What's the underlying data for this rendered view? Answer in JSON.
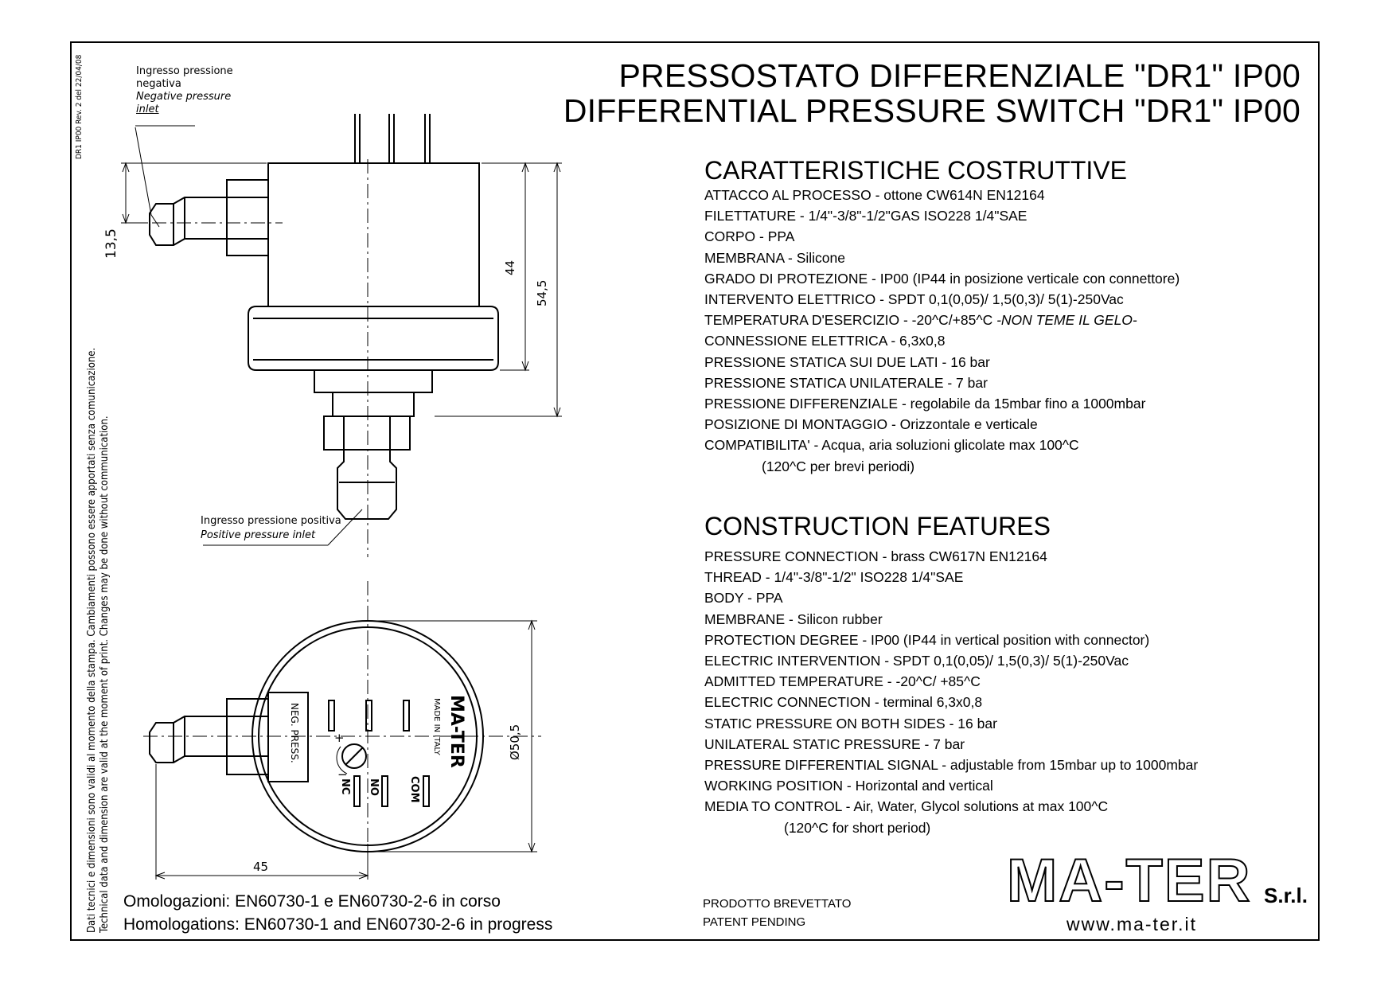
{
  "side": {
    "revision": "DR1 IP00 Rev. 2 del 22/04/08",
    "notice_it": "Dati tecnici e dimensioni sono validi al momento della stampa. Cambiamenti possono essere apportati senza comunicazione.",
    "notice_en": "Technical data and dimension are valid at the moment of print. Changes may be done without communication."
  },
  "header": {
    "title_it": "PRESSOSTATO DIFFERENZIALE \"DR1\" IP00",
    "title_en": "DIFFERENTIAL PRESSURE SWITCH \"DR1\" IP00"
  },
  "drawing": {
    "neg_inlet_it_1": "Ingresso pressione",
    "neg_inlet_it_2": "negativa",
    "neg_inlet_en_1": "Negative pressure",
    "neg_inlet_en_2": "inlet",
    "pos_inlet_it": "Ingresso pressione positiva",
    "pos_inlet_en": "Positive pressure inlet",
    "dim_13_5": "13,5",
    "dim_44": "44",
    "dim_54_5": "54,5",
    "dim_50_5": "Ø50,5",
    "dim_45": "45",
    "brand_mark": "MA-TER",
    "made_in": "MADE IN ITALY",
    "neg_press": "NEG. PRESS.",
    "term_nc": "NC",
    "term_no": "NO",
    "term_com": "COM",
    "plus": "+",
    "minus": "−"
  },
  "features_it": {
    "heading": "CARATTERISTICHE COSTRUTTIVE",
    "items": [
      "ATTACCO AL PROCESSO - ottone CW614N EN12164",
      "FILETTATURE - 1/4\"-3/8\"-1/2\"GAS ISO228  1/4\"SAE",
      "CORPO - PPA",
      "MEMBRANA - Silicone",
      "GRADO DI PROTEZIONE - IP00 (IP44 in posizione verticale con connettore)",
      "INTERVENTO ELETTRICO -  SPDT 0,1(0,05)/ 1,5(0,3)/ 5(1)-250Vac",
      "TEMPERATURA D'ESERCIZIO -  -20^C/+85^C ",
      "CONNESSIONE ELETTRICA - 6,3x0,8",
      "PRESSIONE STATICA SUI DUE LATI - 16 bar",
      "PRESSIONE STATICA UNILATERALE - 7 bar",
      "PRESSIONE DIFFERENZIALE - regolabile da 15mbar fino a 1000mbar",
      "POSIZIONE DI MONTAGGIO - Orizzontale e verticale",
      "COMPATIBILITA' - Acqua, aria soluzioni glicolate max 100^C",
      "(120^C per brevi periodi)"
    ],
    "frost_note": "-NON TEME IL GELO-"
  },
  "features_en": {
    "heading": "CONSTRUCTION FEATURES",
    "items": [
      "PRESSURE CONNECTION - brass CW617N EN12164",
      "THREAD - 1/4\"-3/8\"-1/2\" ISO228  1/4\"SAE",
      "BODY - PPA",
      "MEMBRANE - Silicon rubber",
      "PROTECTION DEGREE - IP00 (IP44 in vertical position with connector)",
      "ELECTRIC INTERVENTION - SPDT 0,1(0,05)/ 1,5(0,3)/ 5(1)-250Vac",
      "ADMITTED TEMPERATURE - -20^C/ +85^C",
      "ELECTRIC CONNECTION - terminal 6,3x0,8",
      "STATIC PRESSURE ON BOTH SIDES - 16 bar",
      "UNILATERAL STATIC PRESSURE - 7 bar",
      "PRESSURE DIFFERENTIAL SIGNAL - adjustable from 15mbar up to 1000mbar",
      "WORKING POSITION - Horizontal and vertical",
      "MEDIA TO CONTROL - Air, Water, Glycol solutions at max 100^C",
      "(120^C for short period)"
    ]
  },
  "footer": {
    "homolog_it": "Omologazioni: EN60730-1 e EN60730-2-6 in corso",
    "homolog_en": "Homologations: EN60730-1 and EN60730-2-6 in progress",
    "patent_it": "PRODOTTO BREVETTATO",
    "patent_en": "PATENT PENDING",
    "logo_text": "MA-TER",
    "company_suffix": "S.r.l.",
    "website": "www.ma-ter.it"
  }
}
